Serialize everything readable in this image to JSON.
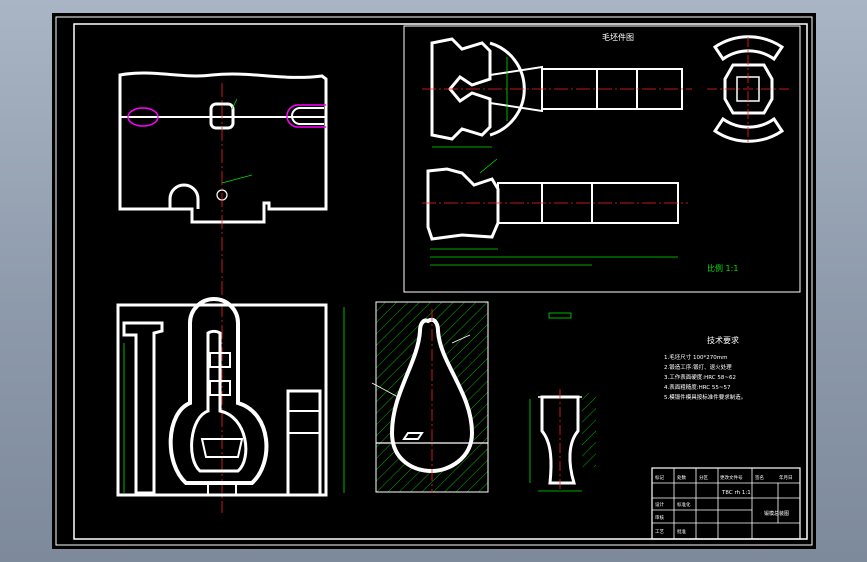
{
  "drawing": {
    "blank_view_title": "毛坯件图",
    "blank_view_scale": "比例 1:1",
    "technical_requirements": {
      "title": "技术要求",
      "items": [
        "1.毛坯尺寸 100*270mm",
        "2.锻造工序:锻打、退火处理",
        "3.工作表面硬度:HRC 58~62",
        "4.表面粗糙度:HRC 55~57",
        "5.模锻件模具按标准件要求制造。"
      ]
    },
    "title_block": {
      "material": "T8C rh 1:1",
      "cells": [
        "标记",
        "处数",
        "分区",
        "更改文件号",
        "签名",
        "年月日",
        "设计",
        "标准化",
        "审核",
        "工艺",
        "批准"
      ],
      "drawing_name": "锻模总装图"
    }
  },
  "colors": {
    "background": "#000000",
    "outline": "#ffffff",
    "center_line": "#ff2020",
    "dimension": "#00e000",
    "hatch": "#00ff00",
    "accent_magenta": "#ff00ff",
    "window_frame": "#8d9aab"
  }
}
